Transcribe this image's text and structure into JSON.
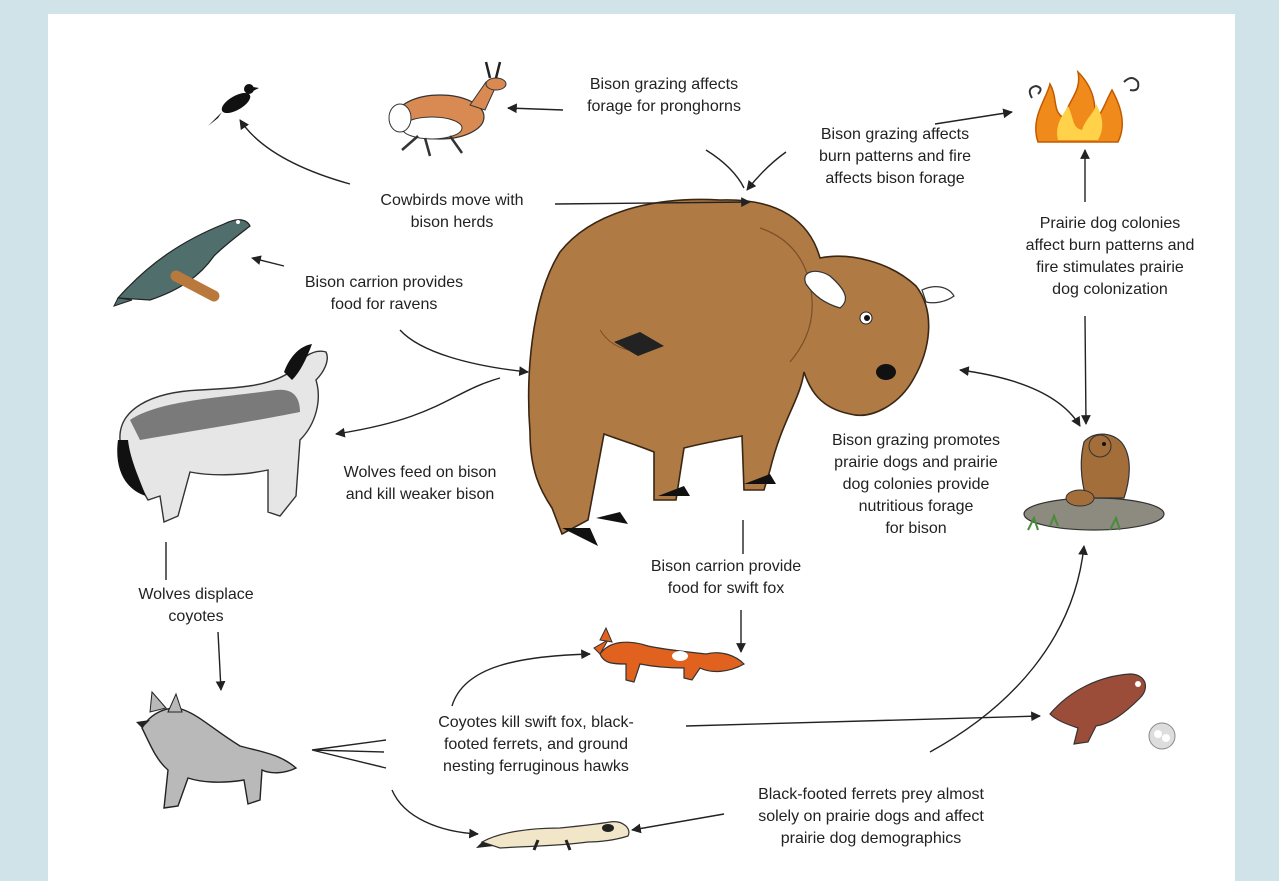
{
  "labels": {
    "pronghorn_forage": "Bison grazing affects\nforage for pronghorns",
    "fire_burn": "Bison grazing affects\nburn patterns and fire\naffects bison forage",
    "cowbirds": "Cowbirds move with\nbison herds",
    "prairie_fire": "Prairie dog colonies\naffect burn patterns and\nfire stimulates prairie\ndog colonization",
    "ravens": "Bison carrion provides\nfood for ravens",
    "wolves_feed": "Wolves feed on bison\nand kill weaker bison",
    "prairie_promote": "Bison grazing promotes\nprairie dogs and prairie\ndog colonies provide\nnutritious forage\nfor bison",
    "wolves_displace": "Wolves displace\ncoyotes",
    "swift_fox": "Bison carrion provide\nfood for swift fox",
    "coyotes_kill": "Coyotes kill swift fox, black-\nfooted ferrets, and ground\nnesting ferruginous hawks",
    "ferrets_prey": "Black-footed ferrets prey almost\nsolely on prairie dogs and affect\nprairie dog demographics"
  },
  "animals": [
    "cowbird-icon",
    "pronghorn-icon",
    "fire-icon",
    "raven-icon",
    "bison-icon",
    "wolf-icon",
    "prairie-dog-icon",
    "swift-fox-icon",
    "coyote-icon",
    "hawk-icon",
    "ferret-icon"
  ],
  "colors": {
    "background": "#cfe3e8",
    "panel": "#ffffff",
    "bison": "#b07a45",
    "fire": "#f08a1a",
    "fox": "#e0621e"
  }
}
